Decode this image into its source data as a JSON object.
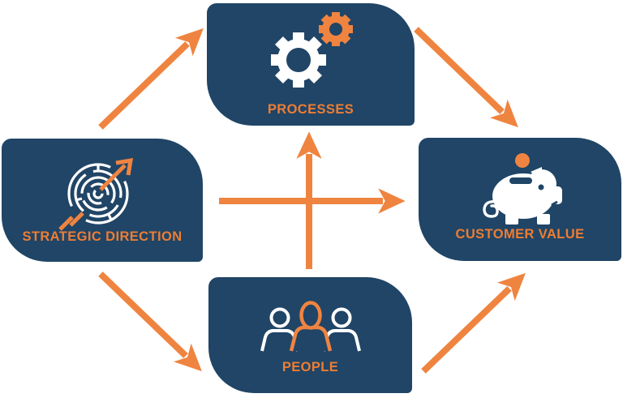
{
  "diagram": {
    "type": "strategy-flow-diagram",
    "background": "#FFFFFF",
    "colors": {
      "card_navy": "#204566",
      "accent_orange": "#EF8440",
      "label_orange": "#EE7D33",
      "icon_white": "#FFFFFF"
    },
    "cards": {
      "processes": {
        "label": "PROCESSES",
        "icon": "gears-icon"
      },
      "strategic": {
        "label": "STRATEGIC DIRECTION",
        "icon": "maze-arrow-icon"
      },
      "customer": {
        "label": "CUSTOMER VALUE",
        "icon": "piggy-bank-icon"
      },
      "people": {
        "label": "PEOPLE",
        "icon": "people-icon"
      }
    },
    "arrows": [
      {
        "name": "arrow-strategic-to-processes",
        "direction": "up-right"
      },
      {
        "name": "arrow-processes-to-customer",
        "direction": "down-right"
      },
      {
        "name": "arrow-strategic-to-people",
        "direction": "down-right"
      },
      {
        "name": "arrow-people-to-customer",
        "direction": "up-right"
      },
      {
        "name": "arrow-center-right",
        "direction": "right"
      },
      {
        "name": "arrow-center-up",
        "direction": "up"
      }
    ]
  }
}
